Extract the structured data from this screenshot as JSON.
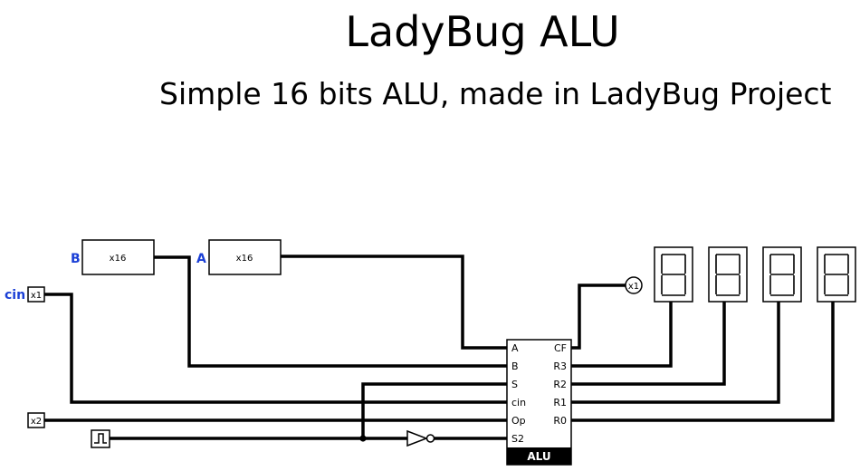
{
  "header": {
    "title": "LadyBug ALU",
    "subtitle": "Simple 16 bits ALU, made in LadyBug Project"
  },
  "inputs": {
    "b": {
      "label": "B",
      "width": "x16"
    },
    "a": {
      "label": "A",
      "width": "x16"
    },
    "cin": {
      "label": "cin",
      "width": "x1"
    },
    "op": {
      "width": "x2"
    }
  },
  "alu": {
    "name": "ALU",
    "inputs": [
      "A",
      "B",
      "S",
      "cin",
      "Op",
      "S2"
    ],
    "outputs": [
      "CF",
      "R3",
      "R2",
      "R1",
      "R0"
    ]
  },
  "carry_probe": {
    "width": "x1"
  },
  "displays": {
    "count": 4,
    "digit": "8"
  },
  "colors": {
    "label": "#1a3fd6",
    "wire": "#000000",
    "alu_bar": "#000000"
  }
}
